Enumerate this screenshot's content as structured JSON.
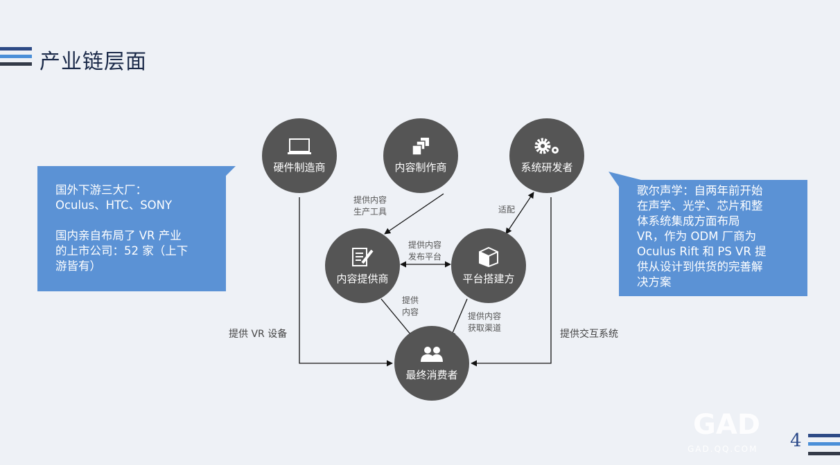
{
  "header": {
    "title": "产业链层面"
  },
  "nodes": {
    "hardware": "硬件制造商",
    "content_maker": "内容制作商",
    "system_dev": "系统研发者",
    "content_provider": "内容提供商",
    "platform": "平台搭建方",
    "consumer": "最终消费者"
  },
  "edges": {
    "tools": [
      "提供内容",
      "生产工具"
    ],
    "adapt": "适配",
    "publish": [
      "提供内容",
      "发布平台"
    ],
    "provide": [
      "提供",
      "内容"
    ],
    "channel": [
      "提供内容",
      "获取渠道"
    ],
    "vr_device": "提供 VR 设备",
    "interaction": "提供交互系统"
  },
  "left_box": {
    "lines": [
      "国外下游三大厂：",
      "Oculus、HTC、SONY",
      "",
      "国内亲自布局了 VR 产业",
      "的上市公司：52 家（上下",
      "游皆有）"
    ]
  },
  "right_box": {
    "lines": [
      "歌尔声学：自两年前开始",
      "在声学、光学、芯片和整",
      "体系统集成方面布局",
      "VR，作为 ODM 厂商为",
      "Oculus Rift 和 PS VR 提",
      "供从设计到供货的完善解",
      "决方案"
    ]
  },
  "footer": {
    "page": "4",
    "watermark": "GAD",
    "watermark_sub": "GAD.QQ.COM"
  },
  "colors": {
    "node": "#555555",
    "box": "#5b92d5",
    "title": "#1c2b4a"
  }
}
